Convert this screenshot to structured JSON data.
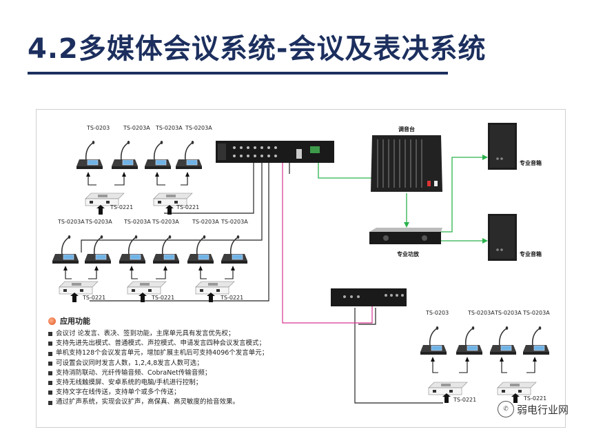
{
  "title": "4.2多媒体会议系统-会议及表决系统",
  "diagram": {
    "top_left_units": [
      "TS-0203",
      "TS-0203A",
      "TS-0203A",
      "TS-0203A"
    ],
    "top_left_switches": [
      "TS-0221",
      "TS-0221"
    ],
    "mid_units": [
      "TS-0203A",
      "TS-0203A",
      "TS-0203A",
      "TS-0203A",
      "TS-0203A",
      "TS-0203A"
    ],
    "mid_switches": [
      "TS-0221",
      "TS-0221",
      "TS-0221"
    ],
    "bottom_right_units": [
      "TS-0203",
      "TS-0203A",
      "TS-0203A",
      "TS-0203A"
    ],
    "bottom_right_switches": [
      "TS-0221",
      "TS-0221"
    ],
    "mixer_label": "调音台",
    "amp_label": "专业功放",
    "speaker_label_1": "专业音箱",
    "speaker_label_2": "专业音箱"
  },
  "features": {
    "heading": "应用功能",
    "items": [
      "会议讨 论发言、表决、签到功能，主席单元具有发言优先权；",
      "支持先进先出模式、普通模式、声控模式、申请发言四种会议发言模式；",
      "单机支持128个会议发言单元，增加扩展主机后可支持4096个发言单元；",
      "可设置会议同时发言人数，1,2,4,8发言人数可选；",
      "支持消防联动、光纤传输音频、CobraNet传输音频；",
      "支持无线触摸屏、安卓系统的电脑/手机进行控制；",
      "支持文字在线传送，支持单个或多个传送；",
      "通过扩声系统，实现会议扩声，高保真、高灵敏度的拾音效果。"
    ]
  },
  "watermark": "弱电行业网",
  "colors": {
    "title": "#1c2f5e",
    "green_link": "#2bb24c",
    "pink_link": "#d6338f",
    "heading_dot": "#e0531f"
  }
}
